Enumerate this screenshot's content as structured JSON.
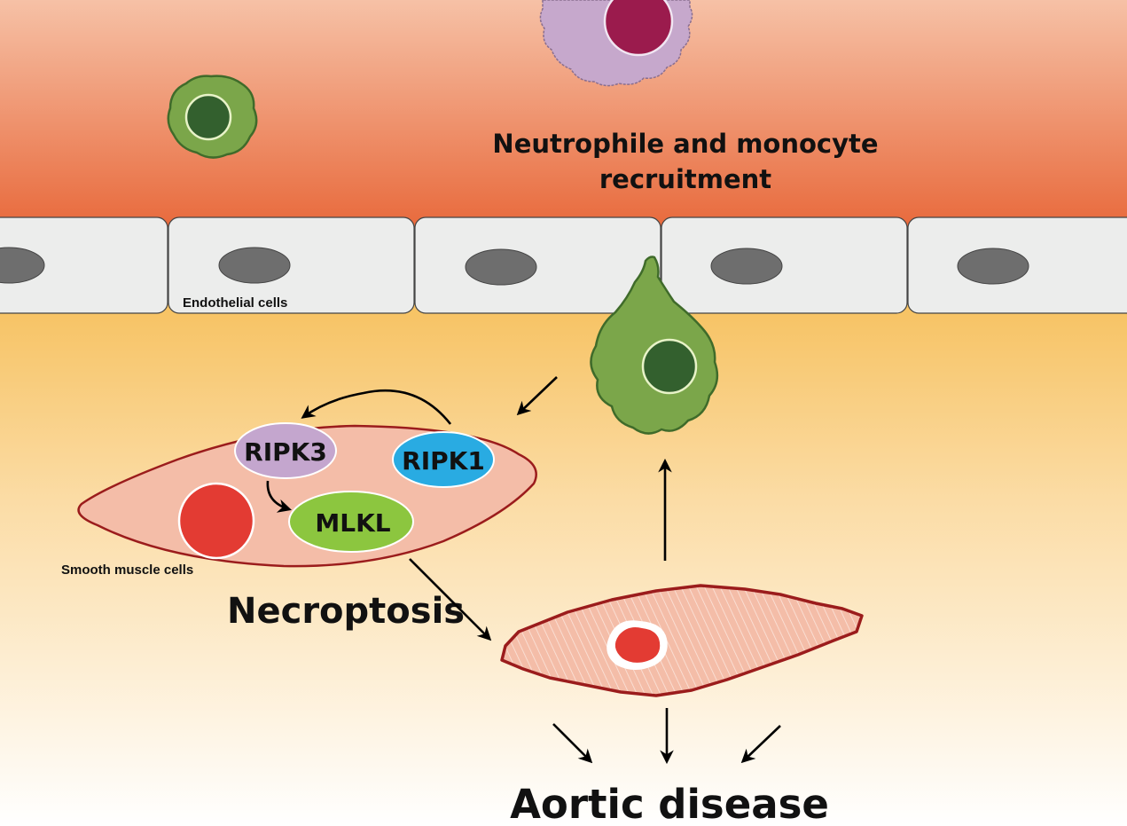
{
  "labels": {
    "recruitment_line1": "Neutrophile and monocyte",
    "recruitment_line2": "recruitment",
    "endothelial": "Endothelial cells",
    "smooth_muscle": "Smooth muscle cells",
    "necroptosis": "Necroptosis",
    "aortic_disease": "Aortic disease"
  },
  "proteins": {
    "ripk3": "RIPK3",
    "ripk1": "RIPK1",
    "mlkl": "MLKL"
  },
  "colors": {
    "blood_top": "#f6c1a6",
    "blood_bottom": "#e8683a",
    "tissue_top": "#f5b94a",
    "tissue_bottom": "#ffffff",
    "endothelial_cell": "#ecedec",
    "endothelial_nucleus": "#6e6e6e",
    "monocyte": "#7ba64a",
    "monocyte_nucleus": "#33602e",
    "neutrophil": "#c6a8cc",
    "neutrophil_nucleus": "#9b1b4d",
    "smc_fill": "#f4bda8",
    "smc_outline": "#9b1c1c",
    "smc_nucleus": "#e33b33",
    "ripk3": "#c4a6ce",
    "ripk1": "#29abe2",
    "mlkl": "#8cc63f"
  }
}
